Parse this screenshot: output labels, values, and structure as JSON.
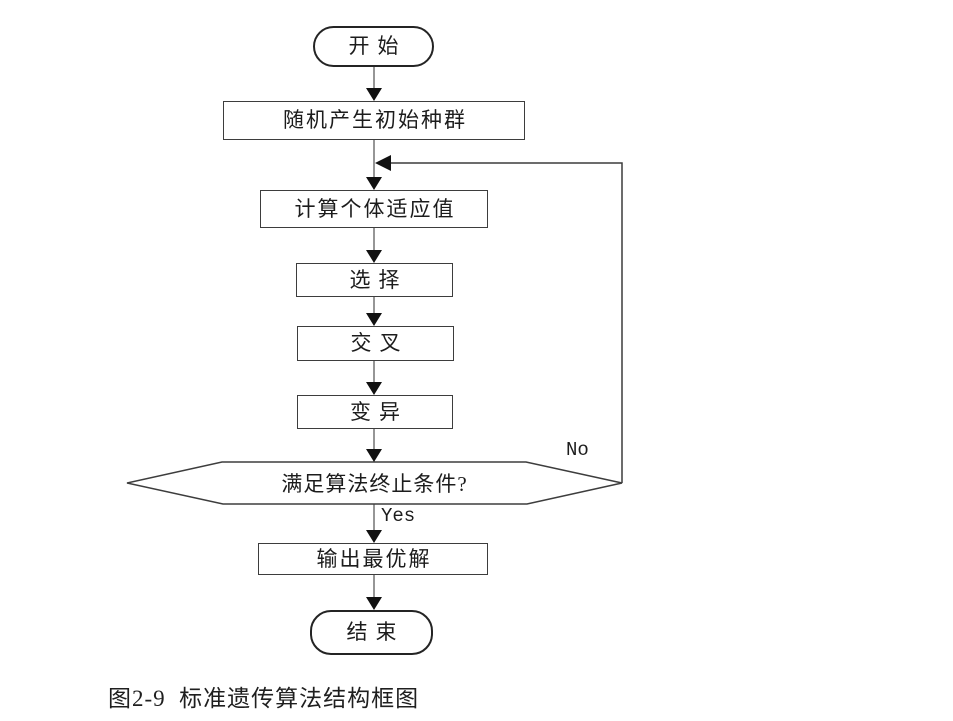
{
  "flowchart": {
    "type": "flowchart",
    "caption": "图2-9  标准遗传算法结构框图",
    "nodes": [
      {
        "id": "start",
        "shape": "terminator",
        "label": "开始"
      },
      {
        "id": "init",
        "shape": "process",
        "label": "随机产生初始种群"
      },
      {
        "id": "fitness",
        "shape": "process",
        "label": "计算个体适应值"
      },
      {
        "id": "selection",
        "shape": "process",
        "label": "选择"
      },
      {
        "id": "crossover",
        "shape": "process",
        "label": "交叉"
      },
      {
        "id": "mutation",
        "shape": "process",
        "label": "变异"
      },
      {
        "id": "decision",
        "shape": "hexagon",
        "label": "满足算法终止条件?"
      },
      {
        "id": "output",
        "shape": "process",
        "label": "输出最优解"
      },
      {
        "id": "end",
        "shape": "terminator",
        "label": "结束"
      }
    ],
    "edges": [
      {
        "from": "start",
        "to": "init",
        "label": ""
      },
      {
        "from": "init",
        "to": "fitness",
        "label": ""
      },
      {
        "from": "fitness",
        "to": "selection",
        "label": ""
      },
      {
        "from": "selection",
        "to": "crossover",
        "label": ""
      },
      {
        "from": "crossover",
        "to": "mutation",
        "label": ""
      },
      {
        "from": "mutation",
        "to": "decision",
        "label": ""
      },
      {
        "from": "decision",
        "to": "output",
        "label": "Yes"
      },
      {
        "from": "decision",
        "to": "fitness",
        "label": "No"
      },
      {
        "from": "output",
        "to": "end",
        "label": ""
      }
    ],
    "decision_labels": {
      "yes": "Yes",
      "no": "No"
    },
    "colors": {
      "background": "#ffffff",
      "shape_border": "#3d3d3d",
      "connector_gray": "#969696",
      "feedback_line": "#3c3c3c",
      "arrowhead": "#111111",
      "text": "#1c1c1c"
    }
  }
}
